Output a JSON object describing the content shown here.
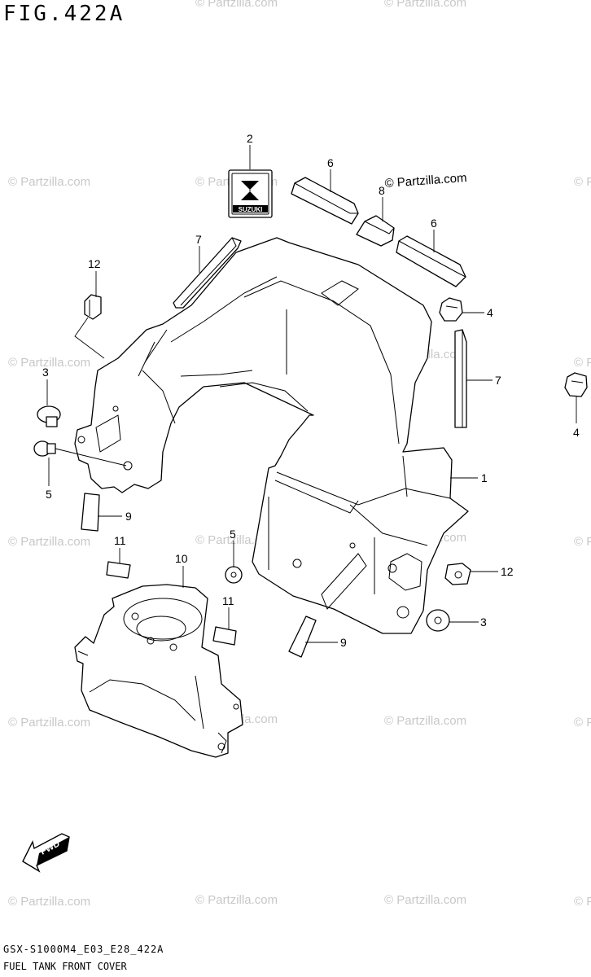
{
  "figure": {
    "title": "FIG.422A",
    "code": "GSX-S1000M4_E03_E28_422A",
    "name": "FUEL TANK FRONT COVER"
  },
  "watermark": {
    "text": "© Partzilla.com",
    "main_text": "© Partzilla.com"
  },
  "emblem": {
    "text": "SUZUKI"
  },
  "fwd_label": "FWD",
  "callouts": [
    "1",
    "2",
    "3",
    "3",
    "4",
    "4",
    "5",
    "5",
    "6",
    "6",
    "7",
    "7",
    "8",
    "9",
    "9",
    "10",
    "11",
    "11",
    "12",
    "12"
  ]
}
